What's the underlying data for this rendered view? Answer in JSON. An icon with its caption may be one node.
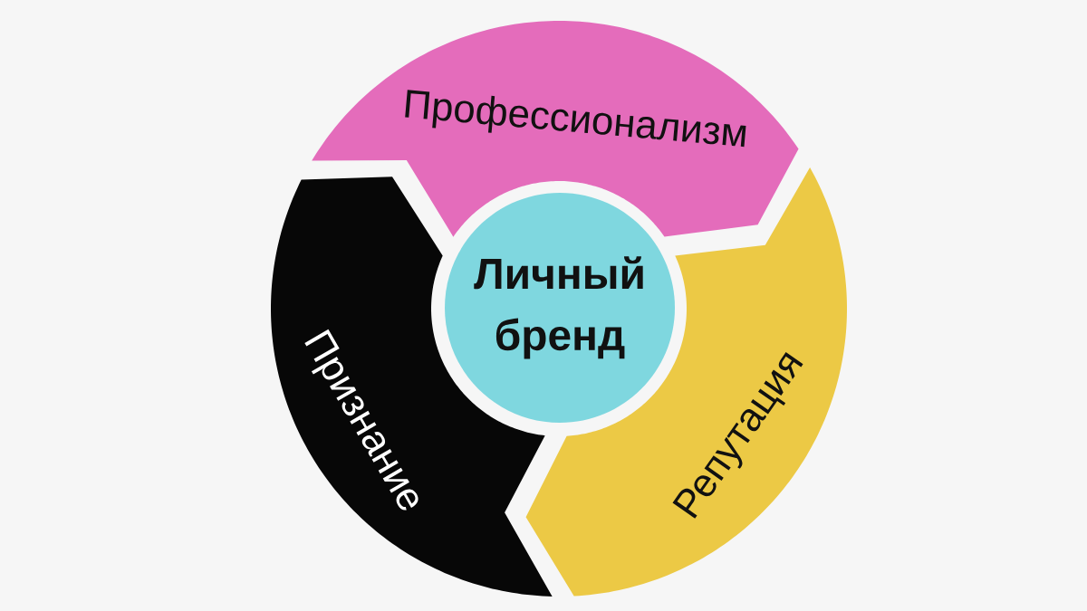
{
  "diagram": {
    "nodes": [
      {
        "text": [
          "Личный бренд"
        ]
      },
      {
        "text": [
          "Профессионализм"
        ]
      },
      {
        "text": [
          "Репутация"
        ]
      },
      {
        "text": [
          "Признание"
        ]
      }
    ]
  }
}
